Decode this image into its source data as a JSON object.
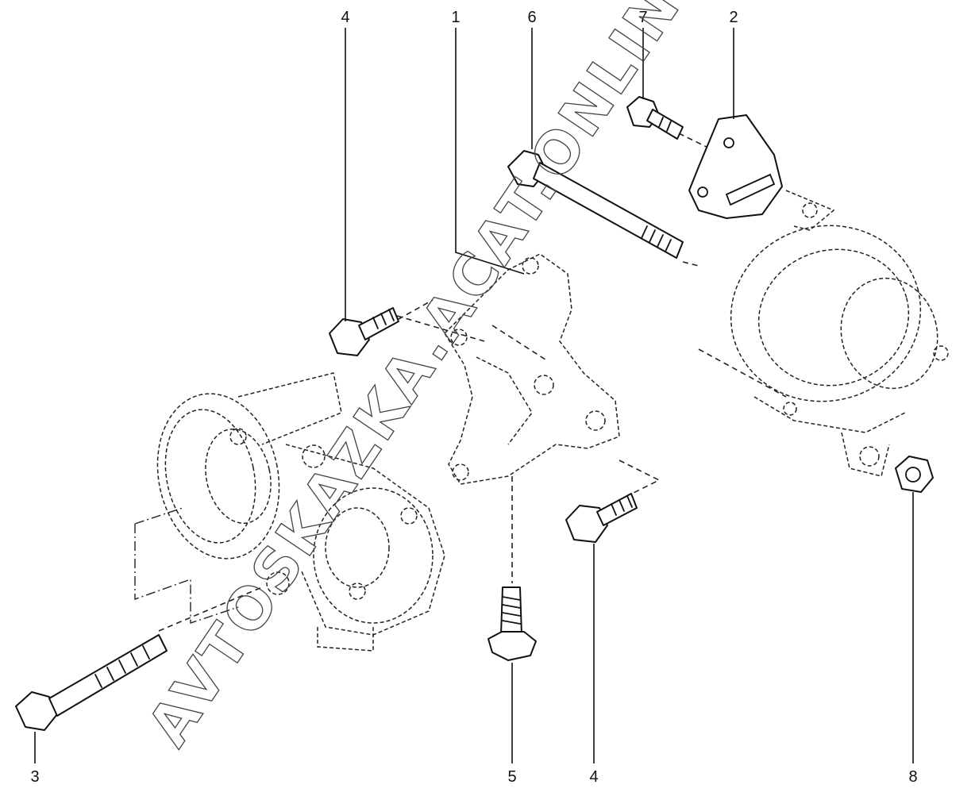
{
  "callouts": {
    "c1": "1",
    "c2": "2",
    "c3": "3",
    "c4_top": "4",
    "c4_bottom": "4",
    "c5": "5",
    "c6": "6",
    "c7": "7",
    "c8": "8"
  },
  "watermark": "AVTOSKAZKA.ACAT.ONLINE"
}
